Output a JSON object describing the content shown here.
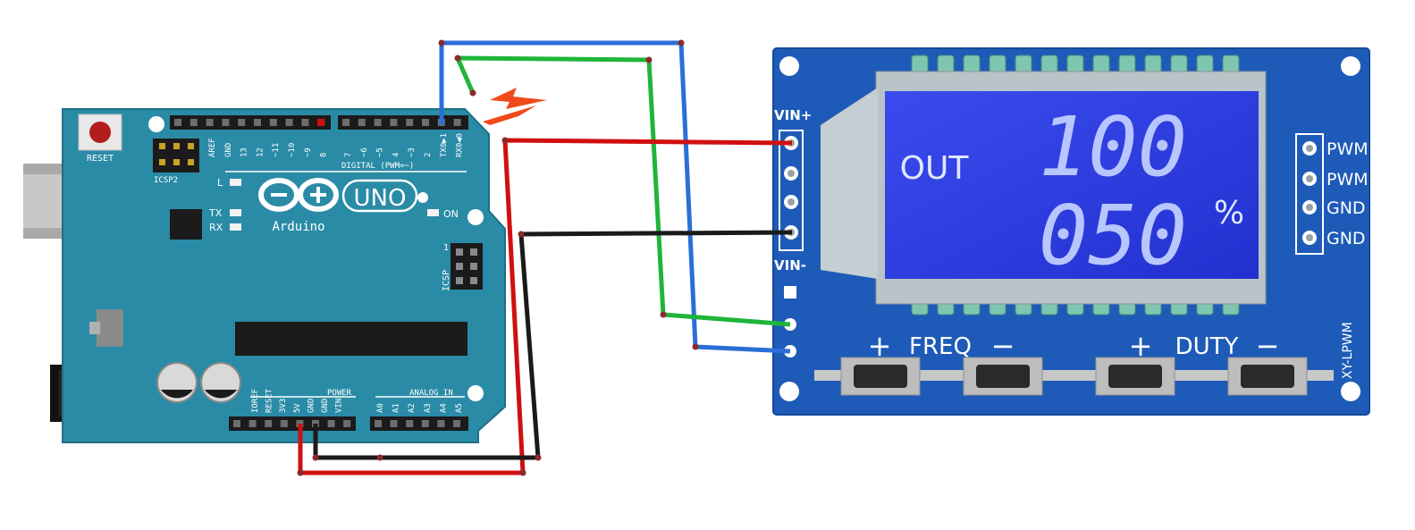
{
  "arduino": {
    "brand": "Arduino",
    "model": "UNO",
    "reset_label": "RESET",
    "icsp2_label": "ICSP2",
    "icsp_label": "ICSP",
    "icsp_pin1": "1",
    "led_l": "L",
    "led_tx": "TX",
    "led_rx": "RX",
    "led_on": "ON",
    "digital_label": "DIGITAL (PWM=~)",
    "power_label": "POWER",
    "analog_label": "ANALOG IN",
    "top_headers": [
      "AREF",
      "GND",
      "13",
      "12",
      "~11",
      "~10",
      "~9",
      "8"
    ],
    "top_headers2": [
      "7",
      "~6",
      "~5",
      "4",
      "~3",
      "2",
      "TX0▶1",
      "RX0◀0"
    ],
    "power_pins": [
      "IOREF",
      "RESET",
      "3V3",
      "5V",
      "GND",
      "GND",
      "VIN"
    ],
    "analog_pins": [
      "A0",
      "A1",
      "A2",
      "A3",
      "A4",
      "A5"
    ]
  },
  "module": {
    "display_out": "OUT",
    "display_top": "100",
    "display_bottom": "050",
    "display_unit": "%",
    "vin_plus": "VIN+",
    "vin_minus": "VIN-",
    "right_pins": [
      "PWM",
      "PWM",
      "GND",
      "GND"
    ],
    "freq_label": "FREQ",
    "duty_label": "DUTY",
    "plus": "+",
    "minus": "−",
    "model_text": "XY-LPWM"
  },
  "colors": {
    "arduino_board": "#2a8ba6",
    "module_board": "#1e5bb8",
    "lcd": "#2a3ae8",
    "wire_blue": "#2b6fd6",
    "wire_green": "#1fb53a",
    "wire_red": "#d01010",
    "wire_black": "#1a1a1a",
    "arrow": "#f04a1a"
  }
}
